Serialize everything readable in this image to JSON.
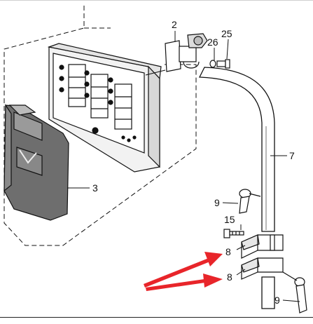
{
  "diagram": {
    "callouts": {
      "display_bracket": "2",
      "protective_cover": "3",
      "tube": "7",
      "clamp_upper": "8",
      "clamp_lower": "8",
      "lever_upper": "9",
      "lever_lower": "9",
      "screw": "15",
      "bolt": "25",
      "washer": "26"
    },
    "colors": {
      "line": "#111111",
      "arrow": "#e8252a",
      "cover_fill": "#6e6e6e"
    }
  }
}
